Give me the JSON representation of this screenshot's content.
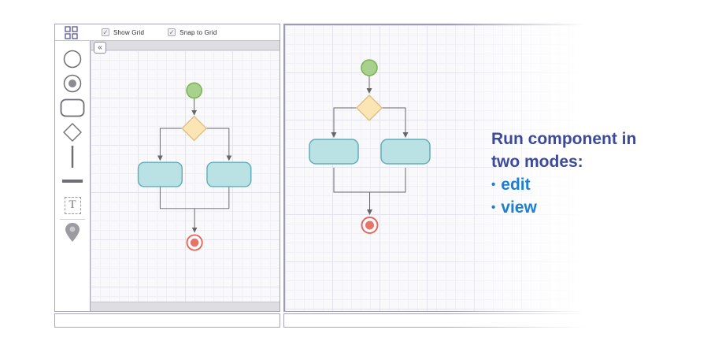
{
  "chrome": {
    "collapse_glyph": "«",
    "check_glyph": "✓",
    "window_border_color": "#A5A5BE",
    "canvas_bg": "#F9F9FC",
    "grid_minor_color": "#EFEFF5",
    "grid_major_color": "#E3E3ED",
    "scrollbar_color": "#DEDEE2"
  },
  "toolbar": {
    "checkboxes": [
      {
        "label": "Show Grid",
        "checked": true
      },
      {
        "label": "Snap to Grid",
        "checked": true
      }
    ]
  },
  "palette": {
    "text_tool_glyph": "T",
    "items": [
      "start-event-circle",
      "end-event-circle",
      "task-rounded-rectangle",
      "decision-diamond",
      "vertical-line",
      "horizontal-line",
      "text-tool",
      "location-pin"
    ]
  },
  "diagram": {
    "line_color": "#666666",
    "start_fill": "#A9D18E",
    "start_stroke": "#7EB356",
    "decision_fill": "#FCE5B5",
    "decision_stroke": "#DFC083",
    "task_fill": "#BAE1E4",
    "task_stroke": "#61AEBB",
    "end_stroke": "#E4685D",
    "end_fill": "#E87368",
    "structure": "start → decision → two parallel tasks → end"
  },
  "annotation": {
    "heading_line1": "Run component in",
    "heading_line2": "two modes:",
    "bullet_char": "•",
    "bullets": [
      "edit",
      "view"
    ],
    "heading_color": "#3B4A9B",
    "bullet_color": "#1C7FD6"
  }
}
